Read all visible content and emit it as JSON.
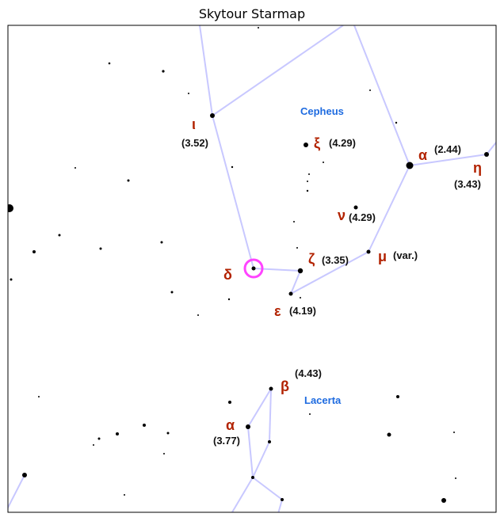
{
  "title": "Skytour Starmap",
  "colors": {
    "line": "#c8c8ff",
    "greek": "#b22200",
    "constellation": "#1e6be0",
    "highlight": "#ff44ff",
    "star": "#000000"
  },
  "constellations": {
    "cepheus": "Cepheus",
    "lacerta": "Lacerta"
  },
  "labels": {
    "iota": {
      "letter": "ι",
      "mag": "(3.52)"
    },
    "xi": {
      "letter": "ξ",
      "mag": "(4.29)"
    },
    "alpha_cep": {
      "letter": "α",
      "mag": "(2.44)"
    },
    "eta": {
      "letter": "η",
      "mag": "(3.43)"
    },
    "nu": {
      "letter": "ν",
      "mag": "(4.29)"
    },
    "mu": {
      "letter": "μ",
      "mag": "(var.)"
    },
    "zeta": {
      "letter": "ζ",
      "mag": "(3.35)"
    },
    "delta": {
      "letter": "δ"
    },
    "epsilon": {
      "letter": "ε",
      "mag": "(4.19)"
    },
    "beta_lac": {
      "letter": "β",
      "mag": "(4.43)"
    },
    "alpha_lac": {
      "letter": "α",
      "mag": "(3.77)"
    }
  },
  "highlighted_star": "δ"
}
